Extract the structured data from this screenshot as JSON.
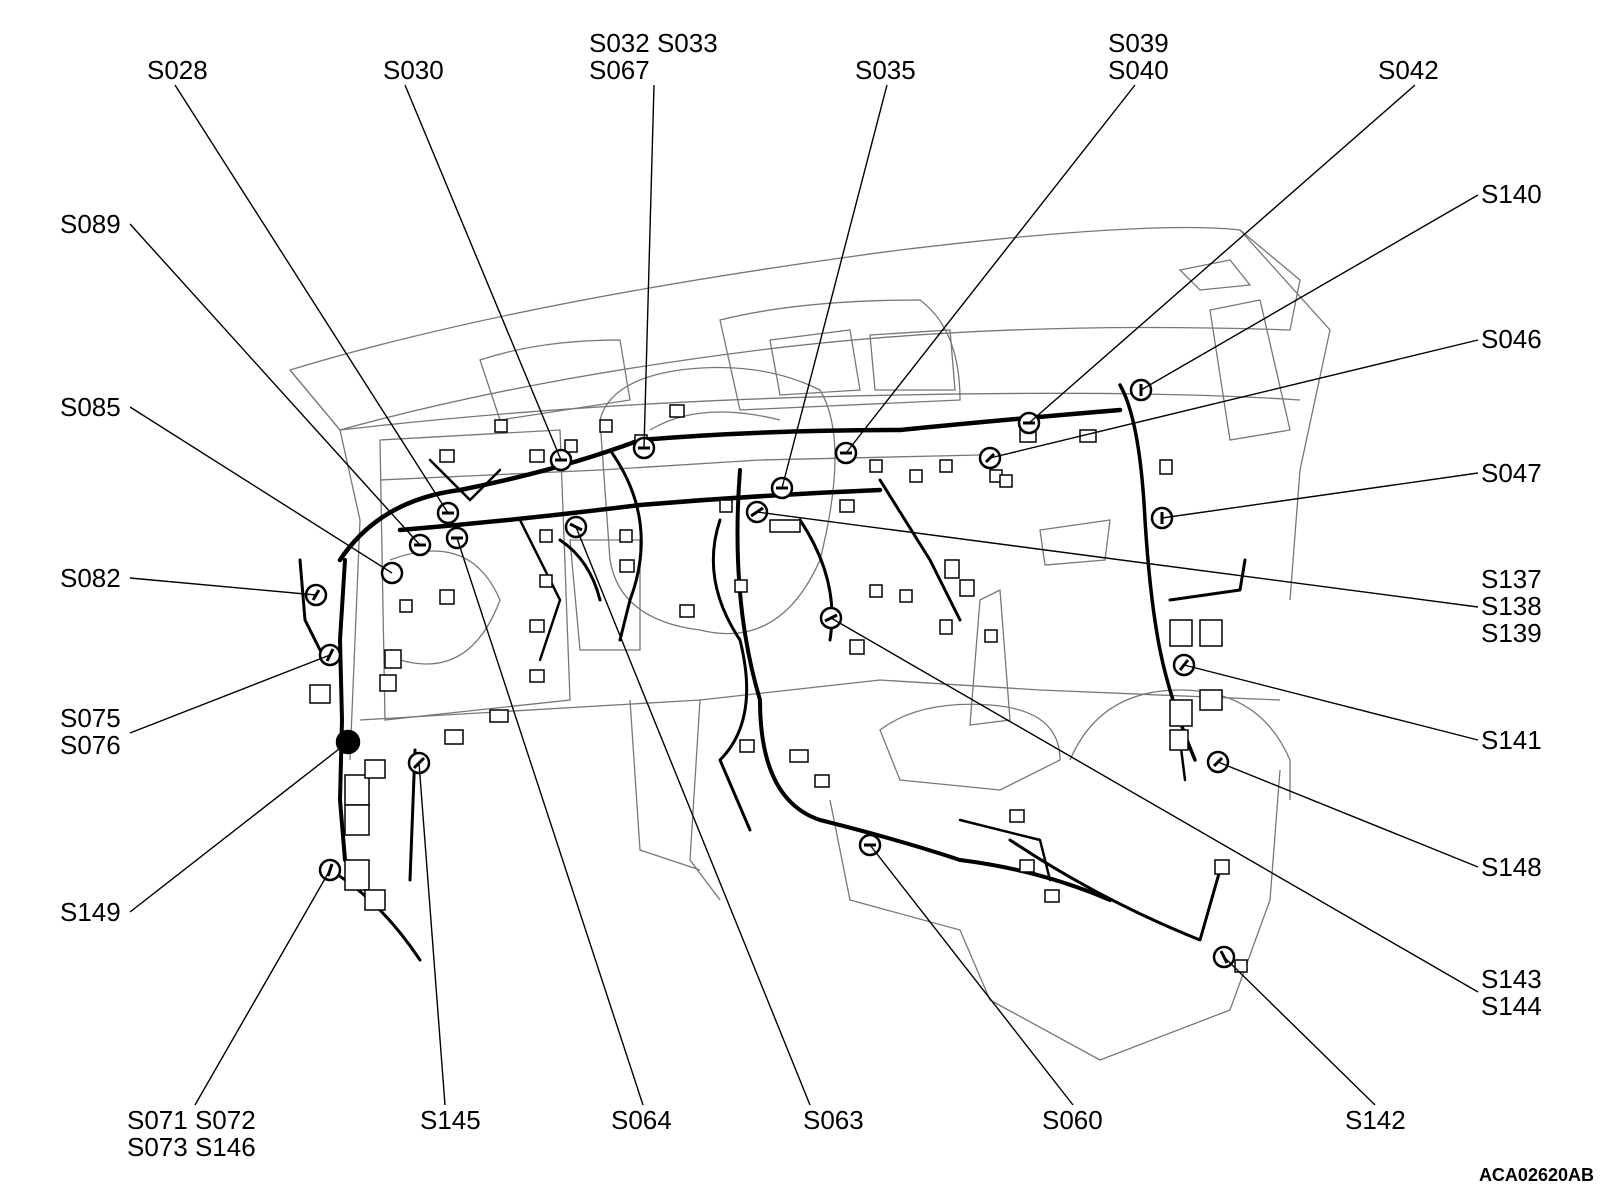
{
  "figure_code": "ACA02620AB",
  "labels": {
    "s028": "S028",
    "s030": "S030",
    "s032_s033_s067": "S032 S033\nS067",
    "s035": "S035",
    "s039_s040": "S039\nS040",
    "s042": "S042",
    "s140": "S140",
    "s089": "S089",
    "s046": "S046",
    "s085": "S085",
    "s047": "S047",
    "s082": "S082",
    "s137_s138_s139": "S137\nS138\nS139",
    "s075_s076": "S075\nS076",
    "s141": "S141",
    "s149": "S149",
    "s148": "S148",
    "s143_s144": "S143\nS144",
    "s071_s072_s073_s146": "S071 S072\nS073 S146",
    "s145": "S145",
    "s064": "S064",
    "s063": "S063",
    "s060": "S060",
    "s142": "S142"
  }
}
